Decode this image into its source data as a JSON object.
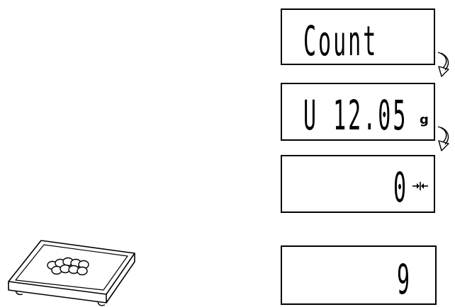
{
  "displays": {
    "mode_label": "Count",
    "unit_weight_value": "U 12.05",
    "unit_weight_unit": "g",
    "zero_value": "0",
    "stable_indicator_icon": "stability-mark-icon",
    "count_result": "9"
  },
  "icons": {
    "sequence_arrow": "curved-arrow-down-icon",
    "scale": "weighing-scale-icon"
  },
  "colors": {
    "line": "#000000",
    "background": "#ffffff"
  }
}
